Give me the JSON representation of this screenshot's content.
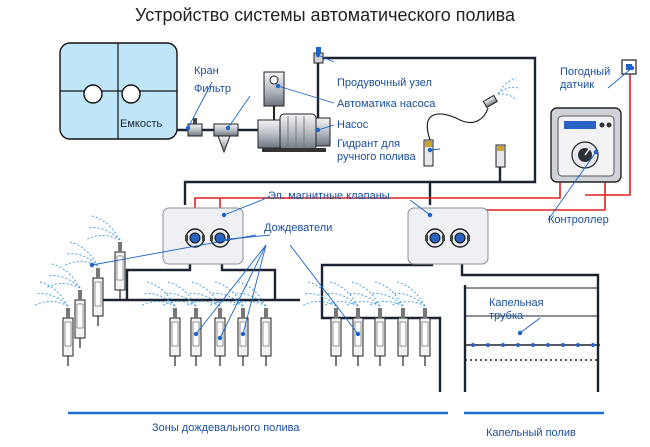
{
  "title": "Устройство системы автоматического полива",
  "labels": {
    "tank": "Емкость",
    "valve": "Кран",
    "filter": "Фильтр",
    "blow_unit": "Продувочный узел",
    "pump_auto": "Автоматика насоса",
    "pump": "Насос",
    "hydrant_line1": "Гидрант для",
    "hydrant_line2": "ручного полива",
    "weather_line1": "Погодный",
    "weather_line2": "датчик",
    "solenoids": "Эл. магнитные клапаны",
    "sprinklers": "Дождеватели",
    "controller": "Контроллер",
    "drip_tube_line1": "Капельная",
    "drip_tube_line2": "трубка"
  },
  "footer": {
    "sprinkler_zones": "Зоны дождевального полива",
    "drip_zone": "Капельный полив"
  },
  "colors": {
    "pipe": "#1b2430",
    "wire": "#e02020",
    "accent": "#1a64c8",
    "box_fill": "#eef0f3",
    "box_stroke": "#8a9099",
    "tank_fill": "#bfe6f8",
    "underline": "#1f6ed4"
  }
}
